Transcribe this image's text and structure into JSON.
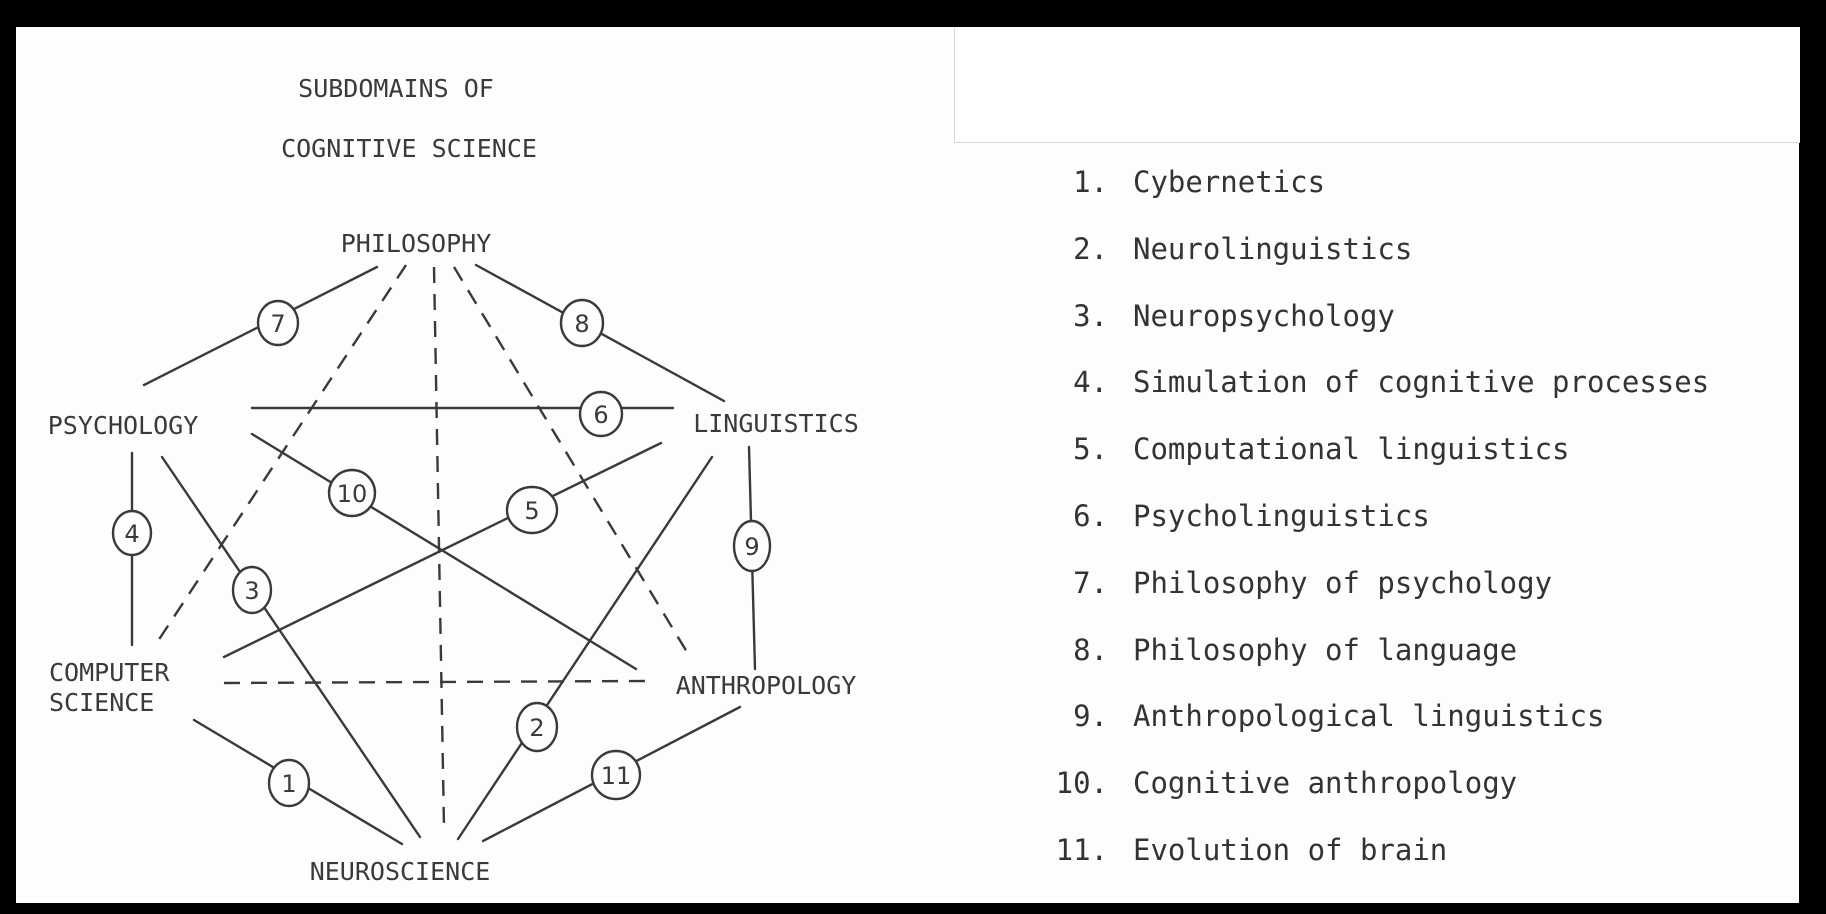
{
  "title": {
    "line1": "SUBDOMAINS OF",
    "line2": "COGNITIVE SCIENCE"
  },
  "nodes": {
    "philosophy": "PHILOSOPHY",
    "psychology": "PSYCHOLOGY",
    "linguistics": "LINGUISTICS",
    "computer_science_line1": "COMPUTER",
    "computer_science_line2": "SCIENCE",
    "anthropology": "ANTHROPOLOGY",
    "neuroscience": "NEUROSCIENCE"
  },
  "edge_badges": [
    "1",
    "2",
    "3",
    "4",
    "5",
    "6",
    "7",
    "8",
    "9",
    "10",
    "11"
  ],
  "legend": [
    {
      "num": "1.",
      "label": "Cybernetics"
    },
    {
      "num": "2.",
      "label": "Neurolinguistics"
    },
    {
      "num": "3.",
      "label": "Neuropsychology"
    },
    {
      "num": "4.",
      "label": "Simulation of cognitive processes"
    },
    {
      "num": "5.",
      "label": "Computational linguistics"
    },
    {
      "num": "6.",
      "label": "Psycholinguistics"
    },
    {
      "num": "7.",
      "label": "Philosophy of psychology"
    },
    {
      "num": "8.",
      "label": "Philosophy of language"
    },
    {
      "num": "9.",
      "label": "Anthropological linguistics"
    },
    {
      "num": "10.",
      "label": "Cognitive anthropology"
    },
    {
      "num": "11.",
      "label": "Evolution of brain"
    }
  ],
  "colors": {
    "background": "#000000",
    "paper": "#fdfdfd",
    "ink": "#333333"
  }
}
